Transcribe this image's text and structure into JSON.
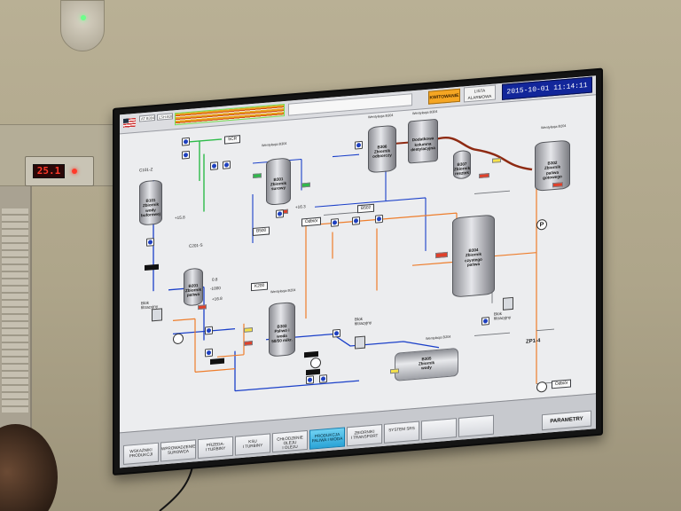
{
  "room": {
    "wall_clock": "25.1"
  },
  "header": {
    "cells": [
      "AT B304",
      "LSH-B302"
    ],
    "ack_button": "KWITOWANIE",
    "alarm_list_button": "LISTA\nALARMOWA",
    "datetime": "2015-10-01 11:14:11"
  },
  "diagram": {
    "tanks": {
      "b101": "B101\nZbiornik\nwody\nbuforowej",
      "b201": "B201\nZbiornik\npaliwa",
      "b301": "B301\nZbiornik\nsurowy",
      "b303": "B303\nPaliwo i\nwoda\n50/50 mikr.",
      "b306": "B306\nZbiornik\nodbiorczy",
      "column": "Dodatkowa\nkolumna\ndestylacyjna",
      "b307": "B307\nZbiornik\nresztek",
      "b302": "B302\nZbiornik\npaliwa\ngotowego",
      "b304": "B304\nZbiornik\nczystego\npaliwa",
      "b305": "B305\nZbiornik\nwody"
    },
    "labels": {
      "c101": "C101-Z",
      "c201": "C201-S",
      "scr": "SCR",
      "b500": "B500",
      "b502": "B502",
      "k200": "K200",
      "odbior1": "Odbiór",
      "odbior2": "Odbiór",
      "zp": "ZP1-4",
      "blok1": "Blok\nfiltracyjny",
      "blok2": "Blok\nfiltracyjny",
      "blok3": "Blok\nfiltracyjny",
      "went_b301": "Wentylacja\nB304",
      "went_b306": "Wentylacja\nB304",
      "went_col": "Wentylacja\nB304",
      "went_b302": "Wentylacja\nB204",
      "went_b303": "Wentylacja\nB204",
      "went_b305": "Wentylacja\nB204",
      "val_08": "0.8",
      "val_1000": "-1000",
      "val_168": "+16.8",
      "val_163": "+16.3",
      "val_158": "+15.8"
    },
    "colors": {
      "water_pipe": "#1b40c9",
      "fuel_pipe": "#ee7d2b",
      "steam_pipe": "#2dbb49",
      "heat_pipe": "#8e2a12",
      "tag_alarm": "#e0402a",
      "tag_warn": "#f6e24a"
    }
  },
  "nav": {
    "buttons": [
      "WSKAŹNIKI\nPRODUKCJI",
      "WPROWADZENIE\nSUROWCA",
      "PRZEDA-\nI TURBINY",
      "KSU\nI TURBINY",
      "CHŁODZENIE\nOLEJU\nI OLEJU",
      "PRODUKCJA\nPALIWA I WODA",
      "ZBIORNIKI\nI TRANSPORT",
      "SYSTEM SRS",
      "",
      ""
    ],
    "active_index": 5,
    "params_button": "PARAMETRY"
  }
}
